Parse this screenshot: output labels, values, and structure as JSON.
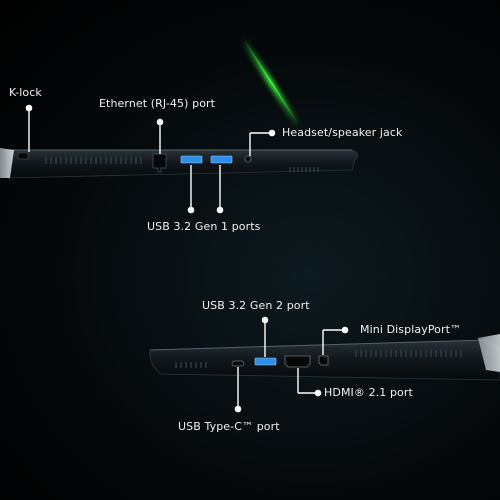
{
  "labels": {
    "klock": "K-lock",
    "ethernet": "Ethernet (RJ-45) port",
    "headset": "Headset/speaker jack",
    "usb_gen1": "USB 3.2 Gen 1 ports",
    "usb_gen2": "USB 3.2 Gen 2 port",
    "mini_dp": "Mini DisplayPort™",
    "hdmi": "HDMI® 2.1 port",
    "usb_c": "USB Type-C™ port"
  },
  "colors": {
    "background": "#000000",
    "chassis": "#0c1216",
    "usb_port_blue": "#2f8fe6",
    "green_glow": "#3cff3c",
    "pointer": "#ffffff",
    "label_text": "#f2f2f2"
  }
}
